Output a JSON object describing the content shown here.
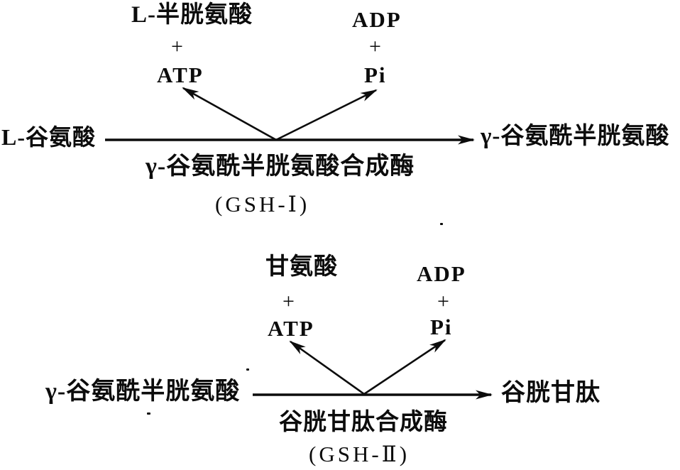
{
  "figure": {
    "description": "Glutathione biosynthesis two-step reaction diagram",
    "colors": {
      "ink": "#0c0c0c",
      "background": "#ffffff"
    }
  },
  "reaction1": {
    "substrate": "L-谷氨酸",
    "product": "γ-谷氨酰半胱氨酸",
    "input": {
      "top": "L-半胱氨酸",
      "plus": "+",
      "bottom": "ATP"
    },
    "output": {
      "top": "ADP",
      "plus": "+",
      "bottom": "Pi"
    },
    "enzyme": "γ-谷氨酰半胱氨酸合成酶",
    "enzyme_code": "(GSH-Ⅰ)"
  },
  "reaction2": {
    "substrate": "γ-谷氨酰半胱氨酸",
    "product": "谷胱甘肽",
    "input": {
      "top": "甘氨酸",
      "plus": "+",
      "bottom": "ATP"
    },
    "output": {
      "top": "ADP",
      "plus": "+",
      "bottom": "Pi"
    },
    "enzyme": "谷胱甘肽合成酶",
    "enzyme_code": "(GSH-Ⅱ)"
  }
}
